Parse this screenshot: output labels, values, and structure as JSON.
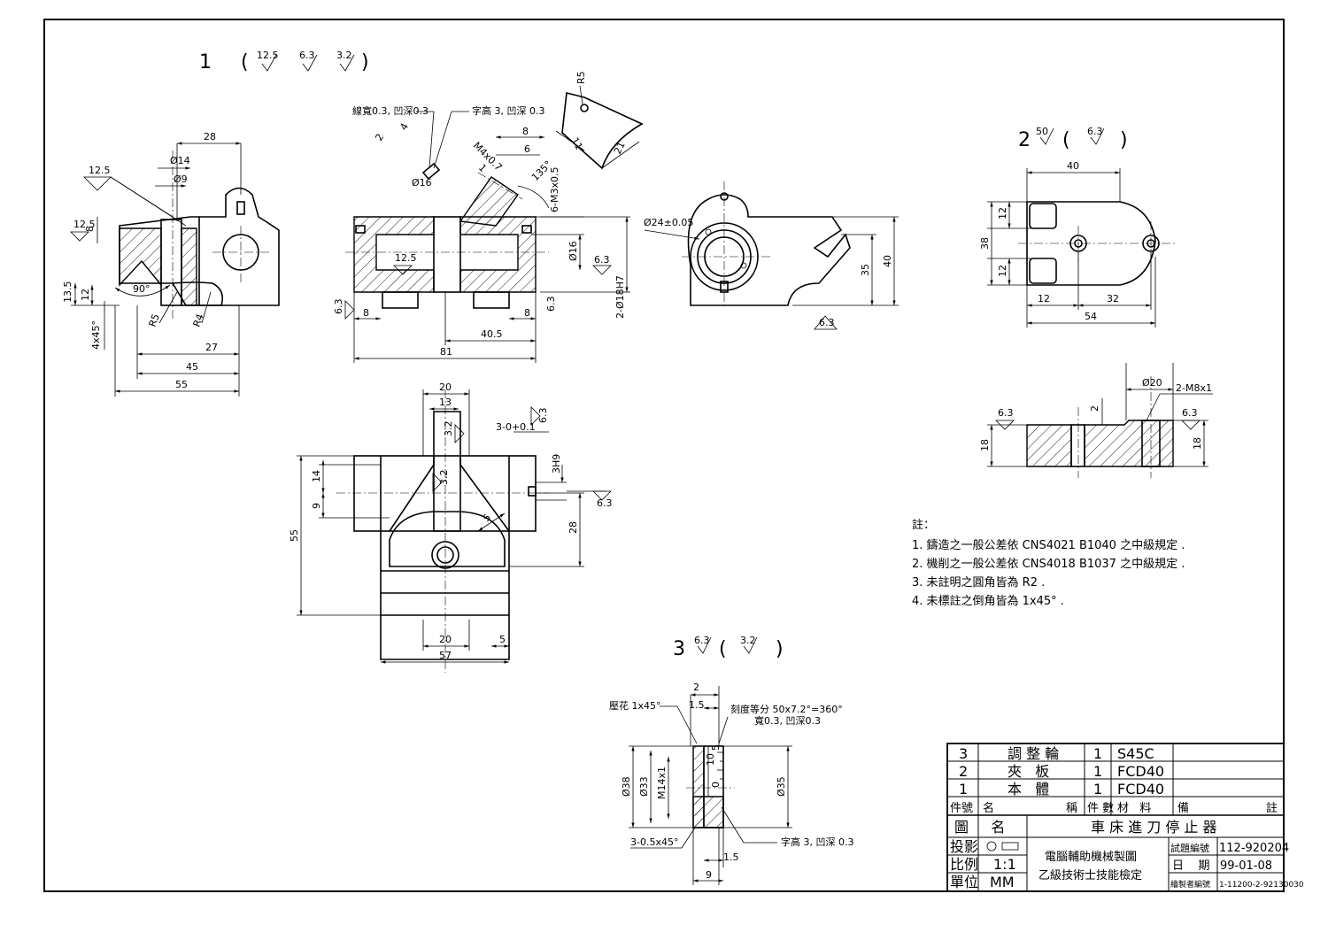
{
  "sheet": {
    "view1_header": {
      "number": "1",
      "roughness": [
        "12.5",
        "6.3",
        "3.2"
      ]
    },
    "view2_header": {
      "number": "2",
      "roughness_main": "50",
      "roughness_paren": [
        "6.3"
      ]
    },
    "view3_header": {
      "number": "3",
      "roughness_main": "6.3",
      "roughness_paren": [
        "3.2"
      ]
    }
  },
  "view1_left": {
    "dims": [
      "28",
      "Ø14",
      "Ø9",
      "12.5",
      "12.5",
      "8",
      "13.5",
      "12",
      "90°",
      "R5",
      "R4",
      "4x45°",
      "27",
      "45",
      "55"
    ]
  },
  "view1_section": {
    "dims": [
      "線寬0.3, 凹深0.3",
      "字高 3, 凹深 0.3",
      "M4x0.7",
      "8",
      "6",
      "1",
      "135°",
      "6-M3x0.5",
      "4",
      "2",
      "4",
      "Ø16",
      "6.3",
      "12.5",
      "6.3",
      "8",
      "8",
      "6.3",
      "40.5",
      "81",
      "2-Ø18H7"
    ],
    "detail_dims": [
      "R5",
      "11",
      "21"
    ]
  },
  "view1_side": {
    "dims": [
      "Ø24±0.05",
      "35",
      "40",
      "6.3"
    ]
  },
  "view1_top": {
    "dims": [
      "20",
      "13",
      "3.2",
      "3-0+0.1",
      "6.3",
      "14",
      "9",
      "3.2",
      "3H9",
      "6.3",
      "5",
      "28",
      "55",
      "20",
      "5",
      "57"
    ]
  },
  "view2_top": {
    "dims": [
      "40",
      "12",
      "38",
      "12",
      "12",
      "32",
      "54"
    ]
  },
  "view2_section": {
    "dims": [
      "Ø20",
      "2-M8x1",
      "6.3",
      "2",
      "6.3",
      "18",
      "18"
    ]
  },
  "view3": {
    "dims": [
      "2",
      "1.5",
      "壓花 1x45°",
      "刻度等分 50x7.2°=360°",
      "寬0.3, 凹深0.3",
      "Ø38",
      "Ø33",
      "M14x1",
      "10",
      "5",
      "0",
      "Ø35",
      "3-0.5x45°",
      "字高 3, 凹深 0.3",
      "1.5",
      "9"
    ]
  },
  "notes": {
    "heading": "註：",
    "items": [
      "1. 鑄造之一般公差依 CNS4021 B1040 之中級規定 .",
      "2. 機削之一般公差依 CNS4018 B1037 之中級規定 .",
      "3. 未註明之圓角皆為 R2 .",
      "4. 未標註之倒角皆為 1x45° ."
    ]
  },
  "title_block": {
    "parts": [
      {
        "no": "3",
        "name": "調 整 輪",
        "qty": "1",
        "material": "S45C",
        "remark": ""
      },
      {
        "no": "2",
        "name": "夾   板",
        "qty": "1",
        "material": "FCD40",
        "remark": ""
      },
      {
        "no": "1",
        "name": "本   體",
        "qty": "1",
        "material": "FCD40",
        "remark": ""
      }
    ],
    "header": {
      "no": "件號",
      "name": "名",
      "name2": "稱",
      "qty": "件 數",
      "material": "材   料",
      "remark": "備",
      "remark2": "註"
    },
    "drawing_name_label": "圖     名",
    "drawing_name": "車 床 進 刀 停 止 器",
    "projection_label": "投影",
    "scale_label": "比例",
    "scale": "1:1",
    "unit_label": "單位",
    "unit": "MM",
    "center_line1": "電腦輔助機械製圖",
    "center_line2": "乙級技術士技能檢定",
    "exam_no_label": "試題編號",
    "exam_no": "112-920204",
    "date_label": "日    期",
    "date": "99-01-08",
    "drafter_label": "繪製者編號",
    "drafter_no": "1-11200-2-92130030"
  }
}
